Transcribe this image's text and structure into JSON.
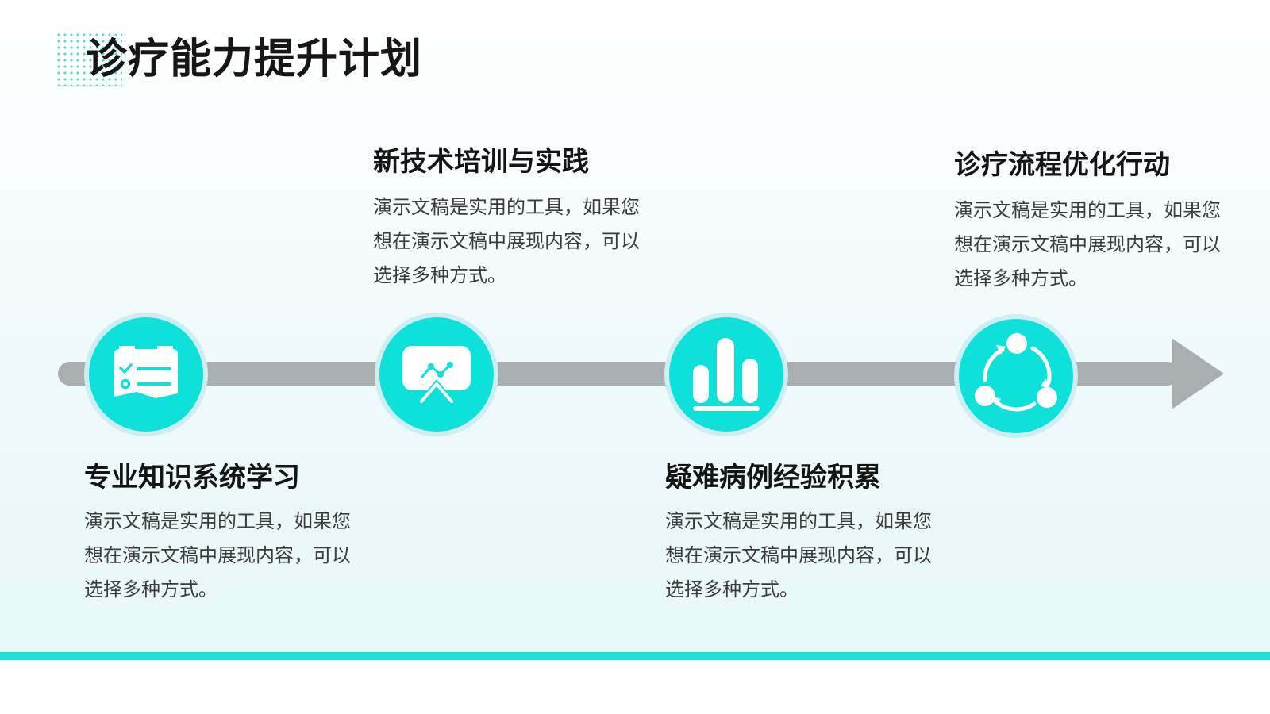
{
  "title": "诊疗能力提升计划",
  "colors": {
    "accent": "#0fe0da",
    "timeline": "#a9aeb0",
    "bottom_bar": "#1ee0d8"
  },
  "steps": [
    {
      "title": "专业知识系统学习",
      "desc": "演示文稿是实用的工具，如果您想在演示文稿中展现内容，可以选择多种方式。",
      "icon": "checklist-icon"
    },
    {
      "title": "新技术培训与实践",
      "desc": "演示文稿是实用的工具，如果您想在演示文稿中展现内容，可以选择多种方式。",
      "icon": "presentation-icon"
    },
    {
      "title": "疑难病例经验积累",
      "desc": "演示文稿是实用的工具，如果您想在演示文稿中展现内容，可以选择多种方式。",
      "icon": "bar-chart-icon"
    },
    {
      "title": "诊疗流程优化行动",
      "desc": "演示文稿是实用的工具，如果您想在演示文稿中展现内容，可以选择多种方式。",
      "icon": "cycle-icon"
    }
  ]
}
